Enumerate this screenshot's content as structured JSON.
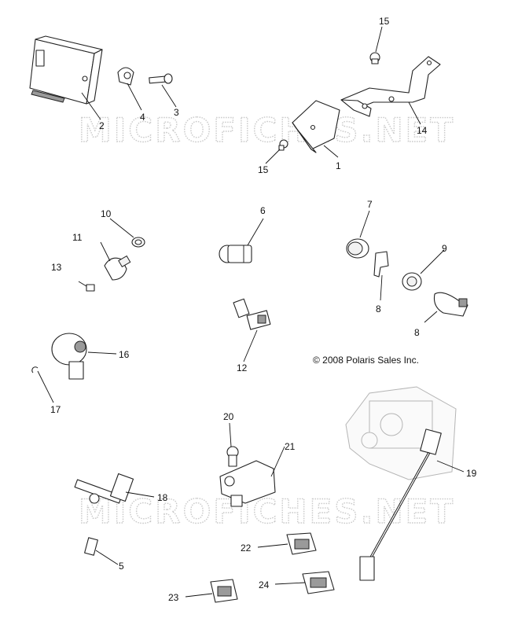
{
  "copyright": "© 2008 Polaris Sales Inc.",
  "watermark": "MICROFICHES.NET",
  "callouts": [
    "1",
    "2",
    "3",
    "4",
    "5",
    "6",
    "7",
    "8",
    "8",
    "9",
    "10",
    "11",
    "12",
    "13",
    "14",
    "15",
    "15",
    "16",
    "17",
    "18",
    "19",
    "20",
    "21",
    "22",
    "23",
    "24"
  ]
}
